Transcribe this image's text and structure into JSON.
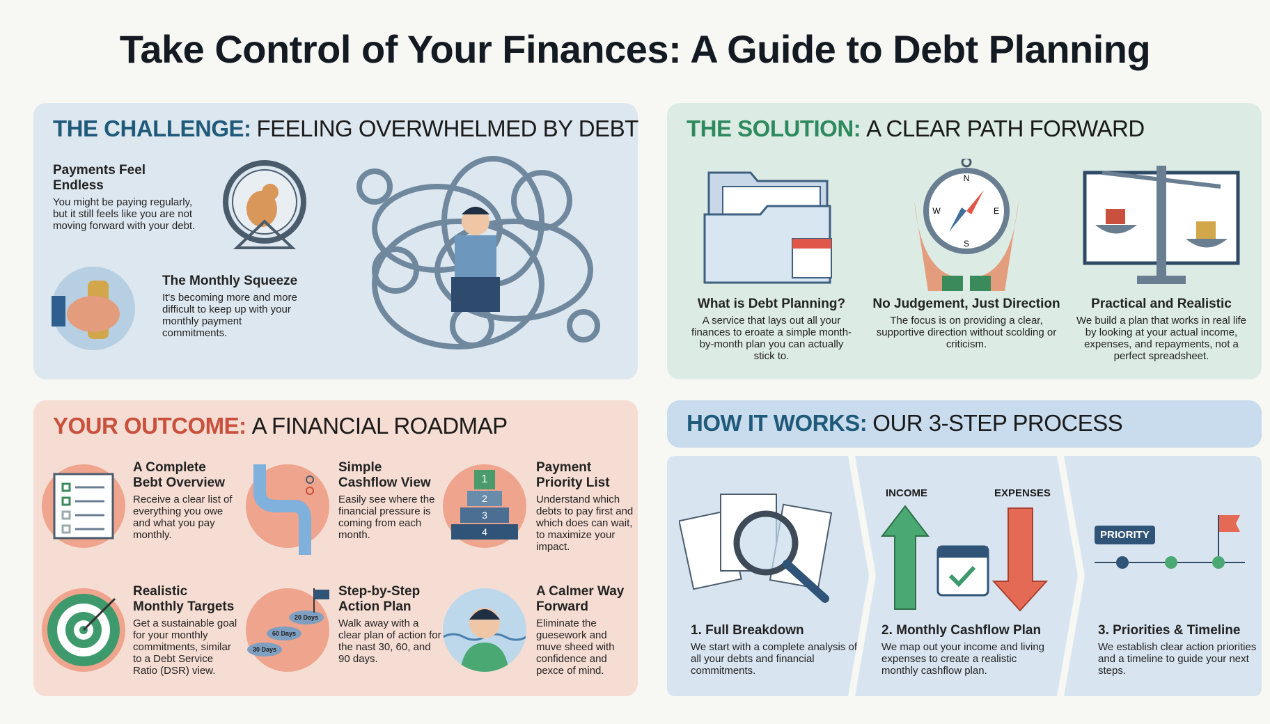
{
  "title": "Take Control of Your Finances: A Guide to Debt Planning",
  "challenge": {
    "accent": "THE CHALLENGE:",
    "heading": "FEELING OVERWHELMED BY DEBT",
    "color": "#1f5a7a",
    "items": [
      {
        "title": "Payments Feel Endless",
        "text": "You might be paying regularly, but it still feels like you are not moving forward with your debt.",
        "icon": "hamster-wheel-icon"
      },
      {
        "title": "The Monthly Squeeze",
        "text": "It's becoming more and more difficult to keep up with your monthly payment commitments.",
        "icon": "hand-squeezing-coins-icon"
      }
    ]
  },
  "solution": {
    "accent": "THE SOLUTION:",
    "heading": "A CLEAR PATH FORWARD",
    "color": "#2e8a5e",
    "items": [
      {
        "title": "What is Debt Planning?",
        "text": "A service that lays out all your finances to eroate a simple month-by-month plan you can actually stick to.",
        "icon": "folder-calendar-icon"
      },
      {
        "title": "No Judgement, Just Direction",
        "text": "The focus is on providing a clear, supportive direction without scolding or criticism.",
        "icon": "compass-hands-icon",
        "compass": [
          "N",
          "E",
          "S",
          "W"
        ]
      },
      {
        "title": "Practical and Realistic",
        "text": "We build a plan that works in real life by looking at your actual income, expenses, and repayments, not a perfect spreadsheet.",
        "icon": "balance-scale-icon"
      }
    ]
  },
  "outcome": {
    "accent": "YOUR OUTCOME:",
    "heading": "A FINANCIAL ROADMAP",
    "color": "#c9503c",
    "items": [
      {
        "title": "A Complete Bebt Overview",
        "text": "Receive a clear list of everything you owe and what you pay monthly.",
        "icon": "checklist-icon"
      },
      {
        "title": "Simple Cashflow View",
        "text": "Easily see where the financial pressure is coming from each month.",
        "icon": "pipes-icon"
      },
      {
        "title": "Payment Priority List",
        "text": "Understand which debts to pay first and which does can wait, to maximize your impact.",
        "icon": "priority-stack-icon",
        "levels": [
          "1",
          "2",
          "3",
          "4"
        ]
      },
      {
        "title": "Realistic Monthly Targets",
        "text": "Get a sustainable goal for your monthly commitments, similar to a Debt Service Ratio (DSR) view.",
        "icon": "target-icon"
      },
      {
        "title": "Step-by-Step Action Plan",
        "text": "Walk away with a clear plan of action for the nast 30, 60, and 90 days.",
        "icon": "stepping-stones-icon",
        "stones": [
          "30 Days",
          "60 Days",
          "20 Days"
        ]
      },
      {
        "title": "A Calmer Way Forward",
        "text": "Eliminate the guesework and muve sheed with confidence and pexce of mind.",
        "icon": "calm-person-icon"
      }
    ]
  },
  "process": {
    "accent": "HOW IT WORKS:",
    "heading": "OUR 3-STEP PROCESS",
    "color": "#1f5a7a",
    "steps": [
      {
        "title": "1. Full Breakdown",
        "text": "We start with a complete analysis of all your debts and financial commitments.",
        "icon": "magnifier-documents-icon"
      },
      {
        "title": "2. Monthly Cashflow Plan",
        "text": "We map out your income and living expenses to create a realistic monthly cashflow plan.",
        "icon": "income-expenses-icon",
        "income_label": "INCOME",
        "expenses_label": "EXPENSES"
      },
      {
        "title": "3. Priorities & Timeline",
        "text": "We establish clear action priorities and a timeline to guide your next steps.",
        "icon": "timeline-flag-icon",
        "tag": "PRIORITY"
      }
    ]
  }
}
